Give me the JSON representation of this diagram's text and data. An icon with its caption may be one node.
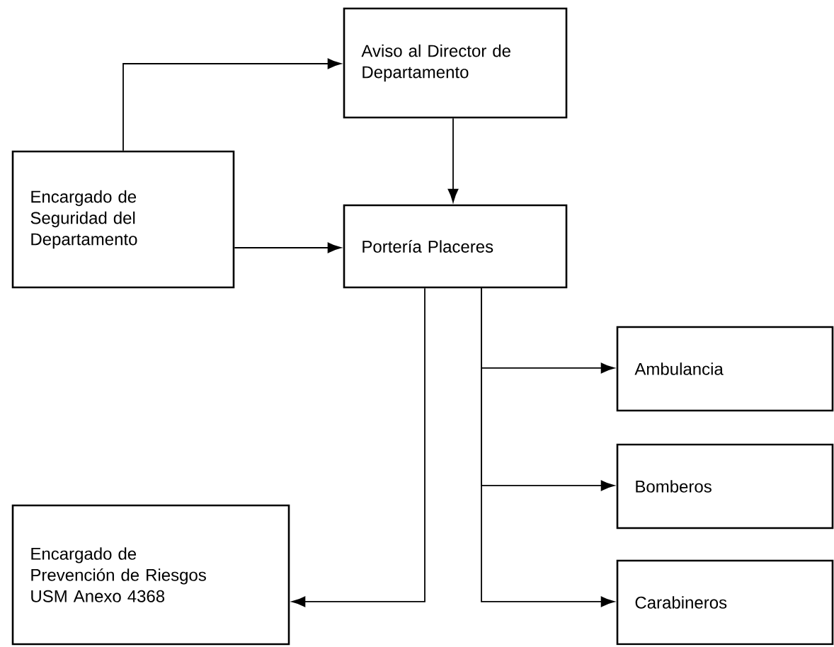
{
  "diagram": {
    "nodes": [
      {
        "text": [
          "Aviso al Director de Departamento"
        ]
      },
      {
        "text": [
          "Encargado de Seguridad del Departamento"
        ]
      },
      {
        "text": [
          "Portería Placeres"
        ]
      },
      {
        "text": [
          "Ambulancia"
        ]
      },
      {
        "text": [
          "Bomberos"
        ]
      },
      {
        "text": [
          "Carabineros"
        ]
      },
      {
        "text": [
          "Encargado de Prevención de Riesgos USM Anexo 4368"
        ]
      }
    ],
    "edges": [
      {
        "from": 1,
        "to": 0,
        "arrow": "to"
      },
      {
        "from": 0,
        "to": 2,
        "arrow": "to"
      },
      {
        "from": 1,
        "to": 2,
        "arrow": "to"
      },
      {
        "from": 2,
        "to": 6,
        "arrow": "to"
      },
      {
        "from": 2,
        "to": 3,
        "arrow": "to"
      },
      {
        "from": 2,
        "to": 4,
        "arrow": "to"
      },
      {
        "from": 2,
        "to": 5,
        "arrow": "to"
      }
    ]
  }
}
